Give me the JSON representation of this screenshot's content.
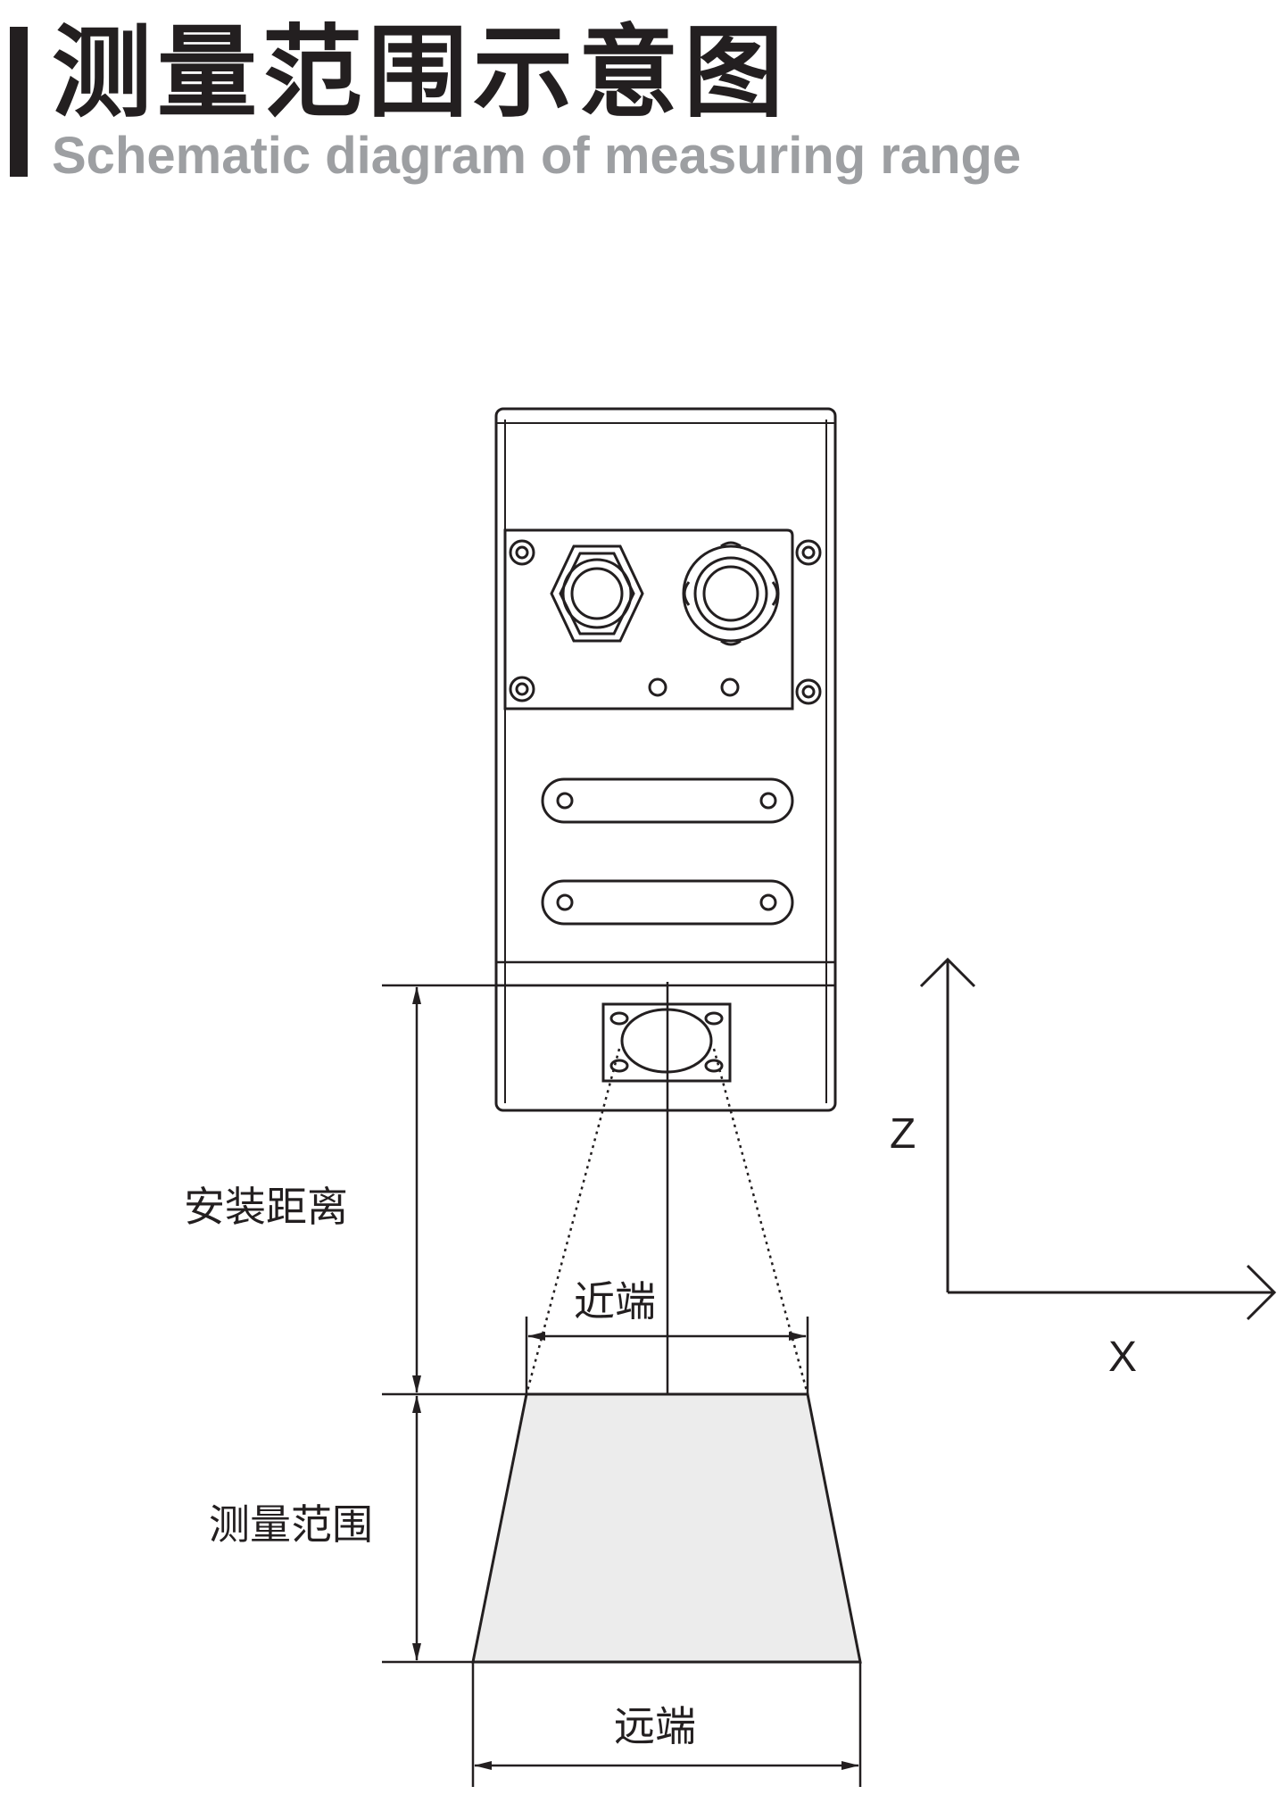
{
  "header": {
    "title_cn": "测量范围示意图",
    "title_en": "Schematic diagram of measuring range"
  },
  "labels": {
    "mount_distance": "安装距离",
    "measuring_range": "测量范围",
    "near_end": "近端",
    "far_end": "远端",
    "axis_z": "Z",
    "axis_x": "X"
  },
  "colors": {
    "line": "#231f20",
    "subtitle": "#9d9fa2",
    "range_fill": "#ececec"
  }
}
